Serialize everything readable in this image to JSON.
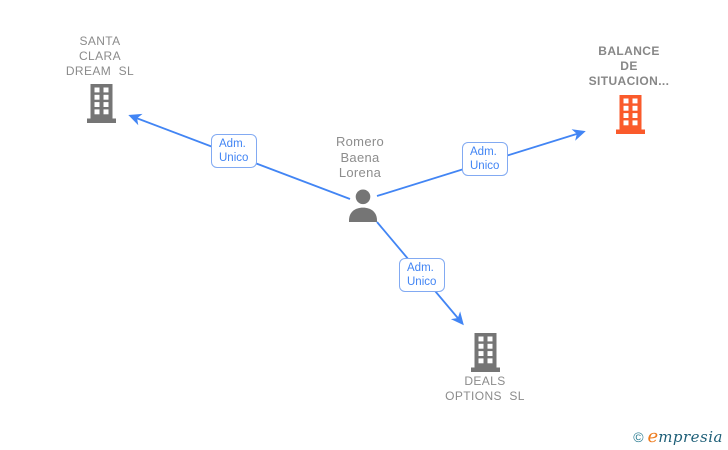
{
  "diagram": {
    "person": {
      "name_lines": [
        "Romero",
        "Baena",
        "Lorena"
      ]
    },
    "companies": {
      "santa_clara": {
        "name_lines": [
          "SANTA",
          "CLARA",
          "DREAM  SL"
        ],
        "highlighted": false
      },
      "balance": {
        "name_lines": [
          "BALANCE",
          "DE",
          "SITUACION..."
        ],
        "highlighted": true
      },
      "deals": {
        "name_lines": [
          "DEALS",
          "OPTIONS  SL"
        ],
        "highlighted": false
      }
    },
    "edges": [
      {
        "from": "person",
        "to": "santa_clara",
        "label_lines": [
          "Adm.",
          "Unico"
        ]
      },
      {
        "from": "person",
        "to": "balance",
        "label_lines": [
          "Adm.",
          "Unico"
        ]
      },
      {
        "from": "person",
        "to": "deals",
        "label_lines": [
          "Adm.",
          "Unico"
        ]
      }
    ]
  },
  "watermark": {
    "copyright": "©",
    "brand_first_letter": "e",
    "brand_rest": "mpresia"
  },
  "colors": {
    "edge_blue": "#4285f4",
    "edge_label_border": "#82aaf2",
    "edge_label_text": "#4285f4",
    "icon_gray": "#757575",
    "icon_highlight_orange": "#fa5a2b",
    "node_text_gray": "#8b8b8b",
    "brand_orange": "#ee7c1e",
    "brand_teal": "#1e5f78"
  }
}
